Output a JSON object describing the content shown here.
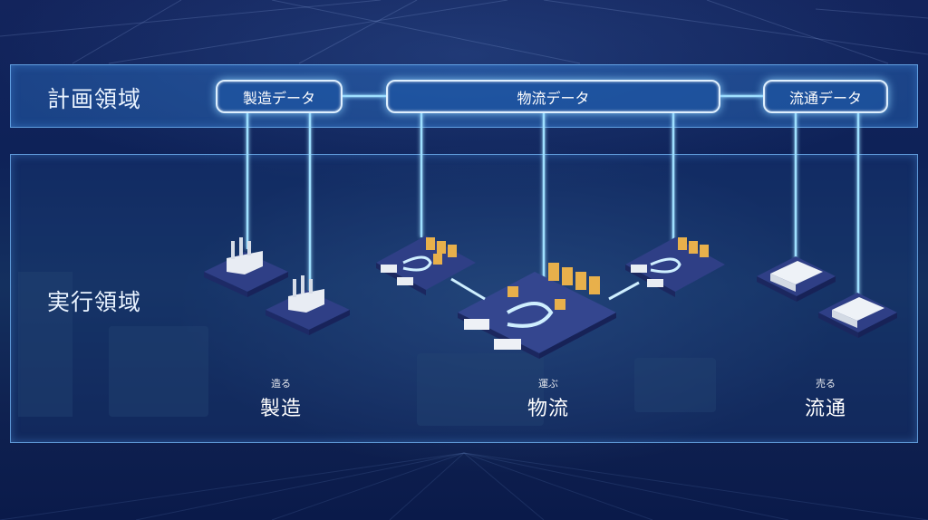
{
  "planning_area": {
    "label": "計画領域",
    "data_pills": {
      "manufacturing": "製造データ",
      "logistics": "物流データ",
      "distribution": "流通データ"
    }
  },
  "execution_area": {
    "label": "実行領域",
    "sections": {
      "manufacturing": {
        "ruby": "造る",
        "label": "製造"
      },
      "logistics": {
        "ruby": "運ぶ",
        "label": "物流"
      },
      "distribution": {
        "ruby": "売る",
        "label": "流通"
      }
    }
  },
  "colors": {
    "background": "#0b1a4a",
    "glow_line": "#9fe0ff",
    "pill_border": "#dff0ff"
  }
}
